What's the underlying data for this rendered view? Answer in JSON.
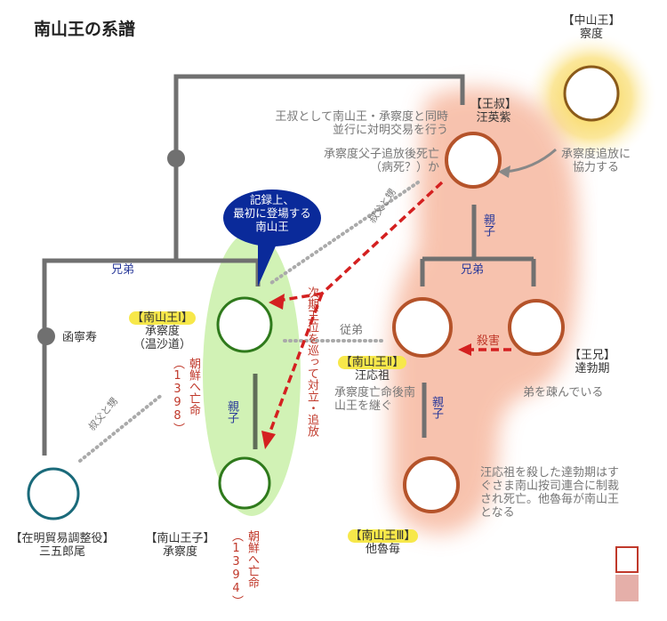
{
  "title": "南山王の系譜",
  "people": {
    "chuzan": {
      "role": "【中山王】",
      "name": "察度",
      "note": "承察度追放に協力する"
    },
    "oshuku": {
      "role": "【王叔】",
      "name": "汪英紫",
      "note1": "王叔として南山王・承察度と同時並行に対明交易を行う",
      "note2": "承察度父子追放後死亡（病死？）か"
    },
    "nanzan1": {
      "role": "【南山王Ⅰ】",
      "name": "承察度",
      "alias": "（温沙道）",
      "exile": "朝鮮へ亡命",
      "exile_year": "（1398）"
    },
    "kanneiju": {
      "name": "函寧寿"
    },
    "sangoro": {
      "role": "【在明貿易調整役】",
      "name": "三五郎尾"
    },
    "prince": {
      "role": "【南山王子】",
      "name": "承察度",
      "exile": "朝鮮へ亡命",
      "exile_year": "（1394）"
    },
    "nanzan2": {
      "role": "【南山王Ⅱ】",
      "name": "汪応祖",
      "note": "承察度亡命後南山王を継ぐ"
    },
    "ouke": {
      "role": "【王兄】",
      "name": "達勃期",
      "note": "弟を疎んでいる"
    },
    "nanzan3": {
      "role": "【南山王Ⅲ】",
      "name": "他魯毎",
      "note": "汪応祖を殺した達勃期はすぐさま南山按司連合に制裁され死亡。他魯毎が南山王となる"
    }
  },
  "relations": {
    "brothers": "兄弟",
    "parent_child": "親子",
    "uncle_nephew": "叔父と甥",
    "cousin": "従弟",
    "murder": "殺害",
    "conflict": "次期王位を巡って対立・追放"
  },
  "bubble": {
    "line1": "記録上、",
    "line2": "最初に登場する",
    "line3": "南山王"
  },
  "colors": {
    "line": "#707070",
    "red_arrow": "#d42020",
    "orange_area": "#f4a98a",
    "green_area": "#c9f0a8",
    "yellow_glow": "#f6d24a",
    "bubble": "#0a2a9a"
  }
}
